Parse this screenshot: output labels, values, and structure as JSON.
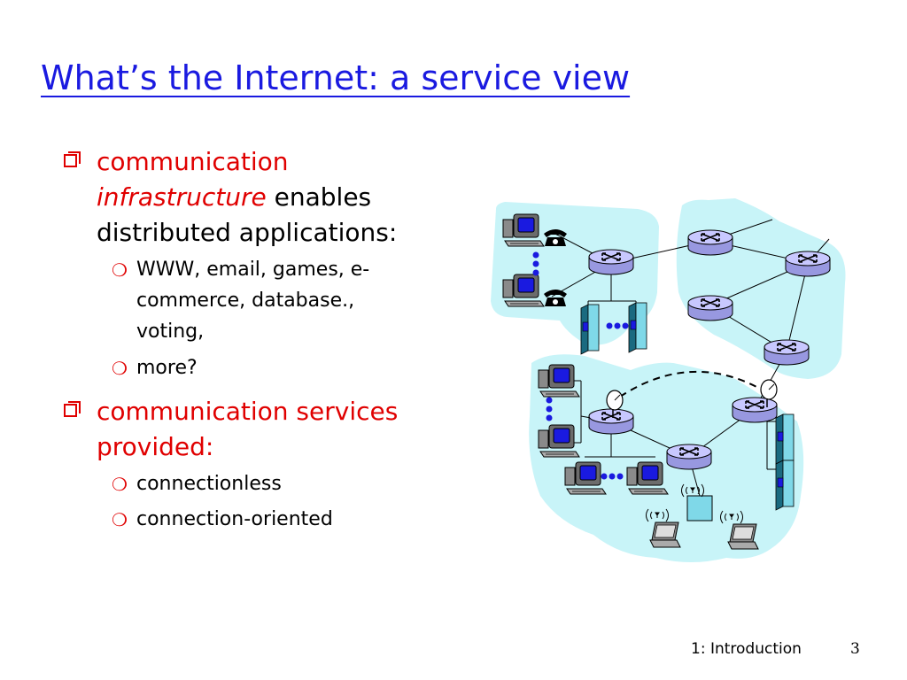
{
  "slide": {
    "title": "What’s the Internet: a service view",
    "bullets": {
      "b1": {
        "line1": "communication",
        "line2_italic": "infrastructure",
        "line2_rest": " enables",
        "line3": "distributed applications:"
      },
      "sub1": {
        "line1": "WWW, email, games, e-",
        "line2": "commerce, database.,",
        "line3": "voting,"
      },
      "sub2": "more?",
      "b2": {
        "line1": "communication services",
        "line2": "provided:"
      },
      "sub3": "connectionless",
      "sub4": "connection-oriented"
    },
    "footer": {
      "chapter": "1: Introduction",
      "page": "3"
    }
  },
  "colors": {
    "title": "#1a1ae0",
    "accent": "#e00000",
    "cloud": "#c8f4f8",
    "router": "#c8c8ff",
    "server_blue": "#1a1ae0"
  },
  "icons": [
    "square-bullet-icon",
    "circle-bullet-icon",
    "router-icon",
    "desktop-computer-icon",
    "telephone-icon",
    "server-icon",
    "laptop-icon",
    "satellite-dish-icon",
    "wireless-access-point-icon"
  ]
}
